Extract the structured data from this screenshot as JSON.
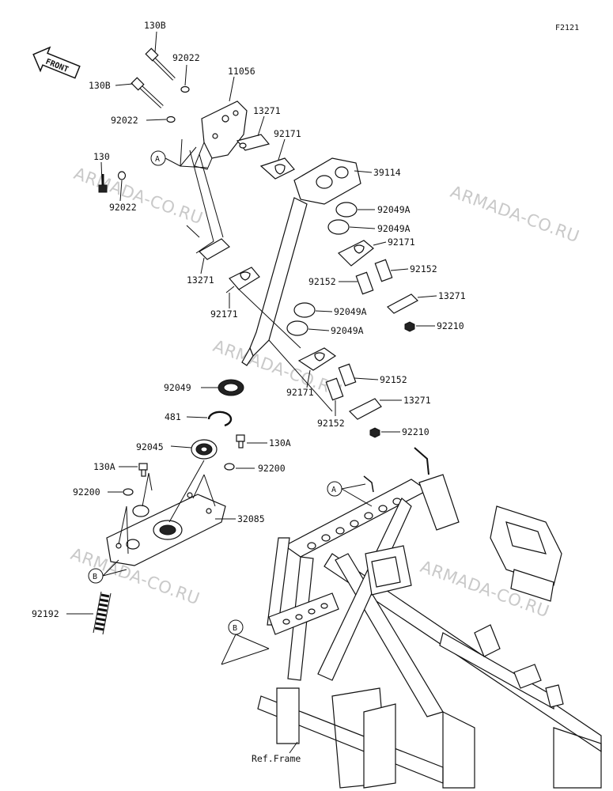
{
  "figure_code": "F2121",
  "front_label": "FRONT",
  "ref_label": "Ref.Frame",
  "watermark": "ARMADA-CO.RU",
  "callouts": [
    "A",
    "B"
  ],
  "parts": {
    "p130b_top": "130B",
    "p130b_left": "130B",
    "p92022_a": "92022",
    "p92022_b": "92022",
    "p92022_c": "92022",
    "p11056": "11056",
    "p130": "130",
    "p13271_a": "13271",
    "p92171_a": "92171",
    "p39114": "39114",
    "p92049a_a": "92049A",
    "p92049a_b": "92049A",
    "p92171_b": "92171",
    "p92152_a": "92152",
    "p92152_b": "92152",
    "p13271_b": "13271",
    "p92210_a": "92210",
    "p92049a_c": "92049A",
    "p92049a_d": "92049A",
    "p13271_c": "13271",
    "p92171_c": "92171",
    "p92049": "92049",
    "p481": "481",
    "p92152_c": "92152",
    "p92171_d": "92171",
    "p13271_d": "13271",
    "p92152_d": "92152",
    "p92210_b": "92210",
    "p92045": "92045",
    "p130a_right": "130A",
    "p130a_left": "130A",
    "p92200_right": "92200",
    "p92200_left": "92200",
    "p32085": "32085",
    "p92192": "92192"
  }
}
